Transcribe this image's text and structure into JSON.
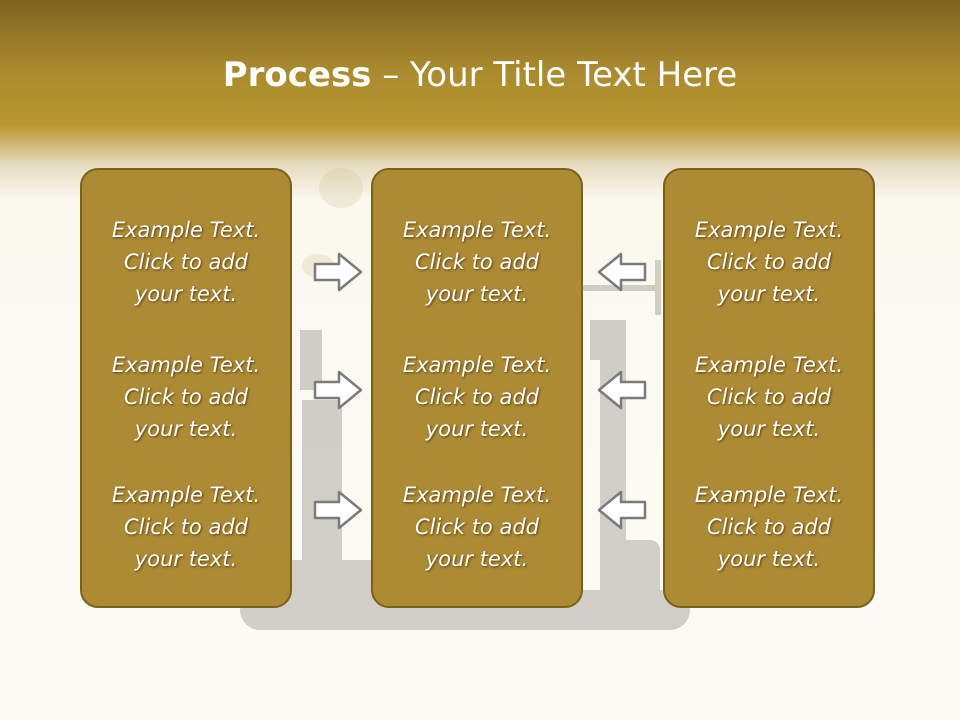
{
  "title": {
    "bold": "Process",
    "rest": " – Your Title Text Here"
  },
  "boxes": [
    {
      "items": [
        {
          "line1": "Example Text.",
          "line2": "Click  to add",
          "line3": "your text."
        },
        {
          "line1": "Example Text.",
          "line2": "Click  to add",
          "line3": "your text."
        },
        {
          "line1": "Example Text.",
          "line2": "Click  to add",
          "line3": "your text."
        }
      ]
    },
    {
      "items": [
        {
          "line1": "Example Text.",
          "line2": "Click  to add",
          "line3": "your text."
        },
        {
          "line1": "Example Text.",
          "line2": "Click  to add",
          "line3": "your text."
        },
        {
          "line1": "Example Text.",
          "line2": "Click  to add",
          "line3": "your text."
        }
      ]
    },
    {
      "items": [
        {
          "line1": "Example Text.",
          "line2": "Click  to add",
          "line3": "your text."
        },
        {
          "line1": "Example Text.",
          "line2": "Click  to add",
          "line3": "your text."
        },
        {
          "line1": "Example Text.",
          "line2": "Click  to add",
          "line3": "your text."
        }
      ]
    }
  ],
  "icons": {
    "right": "arrow-right-icon",
    "left": "arrow-left-icon"
  },
  "colors": {
    "header": "#b9962f",
    "box_fill": "#ad8a34",
    "box_border": "#7a6119",
    "arrow_fill": "#ffffff",
    "arrow_stroke": "#7b7b7b"
  }
}
